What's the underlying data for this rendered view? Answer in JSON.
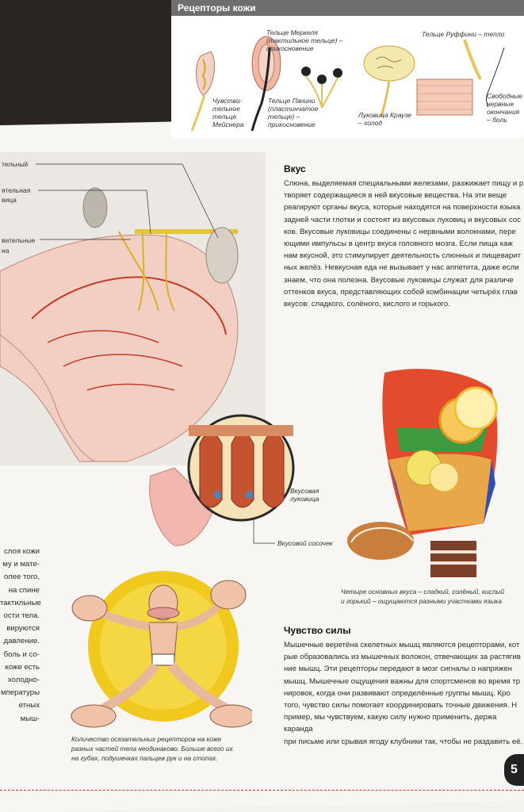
{
  "skin_receptors": {
    "title": "Рецепторы кожи",
    "merkel_label": "Тельце Меркеля (тактильное тельце) – прикосновение",
    "ruffini_label": "Тельце Руффини – тепло",
    "meissner_label": "Чувстви- тельное тельце Мейснера",
    "pacini_label": "Тельце Пачини (пластинчатое тельце) – прикосновение",
    "krause_label": "Луковица Краузе – холод",
    "free_endings_label": "Свободные нервные окончания – боль"
  },
  "nose_labels": {
    "label1": "тельный",
    "label2": "ятельная",
    "label2b": "вица",
    "label3": "вительные",
    "label3b": "на"
  },
  "taste": {
    "heading": "Вкус",
    "lines": [
      "Слюна, выделяемая специальными железами, разжижает пищу и р",
      "творяет содержащиеся в ней вкусовые вещества. На эти веще",
      "реагируют органы вкуса, которые находятся на поверхности языка",
      "задней части глотки и состоят из вкусовых луковиц и вкусовых сос",
      "ков. Вкусовые луковицы соединены с нервными волокнами, пере",
      "ющими импульсы в центр вкуса головного мозга. Если пища каж",
      "нам вкусной, это стимулирует деятельность слюнных и пищеварит",
      "ных желёз. Невкусная еда не вызывает у нас аппетита, даже если",
      "знаем, что она полезна. Вкусовые луковицы служат для различе",
      "оттенков вкуса, представляющих собой комбинации четырёх глав",
      "вкусов: сладкого, солёного, кислого и горького."
    ]
  },
  "taste_bud_label": "Вкусовая луковица",
  "papilla_label": "Вкусовой сосочек",
  "tongue_caption": [
    "Четыре основных вкуса – сладкий, солёный, кислый",
    "и горький – ощущаются разными участками языка"
  ],
  "strength": {
    "heading": "Чувство силы",
    "lines": [
      "Мышечные веретёна скелетных мышц являются рецепторами, кот",
      "рые образовались из мышечных волокон, отвечающих за растягив",
      "ние мышц. Эти рецепторы передают в мозг сигналы о напряжен",
      "мышц. Мышечные ощущения важны для спортсменов во время тр",
      "нировок, когда они развивают определённые группы мышц. Кро",
      "того, чувство силы помогает координировать точные движения. Н",
      "пример, мы чувствуем, какую силу нужно применить, держа каранда",
      "при письме или срывая ягоду клубники так, чтобы не раздавить её."
    ]
  },
  "left_text_lines": [
    "слоя кожи",
    "му и мате-",
    "олее того,",
    "на спине",
    "тактильные",
    "ости тела.",
    "вируются",
    "давление.",
    "боль и со-",
    "коже есть",
    "холодно-",
    "мпературы",
    "етных мыш-"
  ],
  "figure_caption": [
    "Количество осязательных рецепторов на коже",
    "разных частей тела неодинаково. Больше всего их",
    "на губах, подушечках пальцев рук и на стопах."
  ],
  "page_number": "5"
}
